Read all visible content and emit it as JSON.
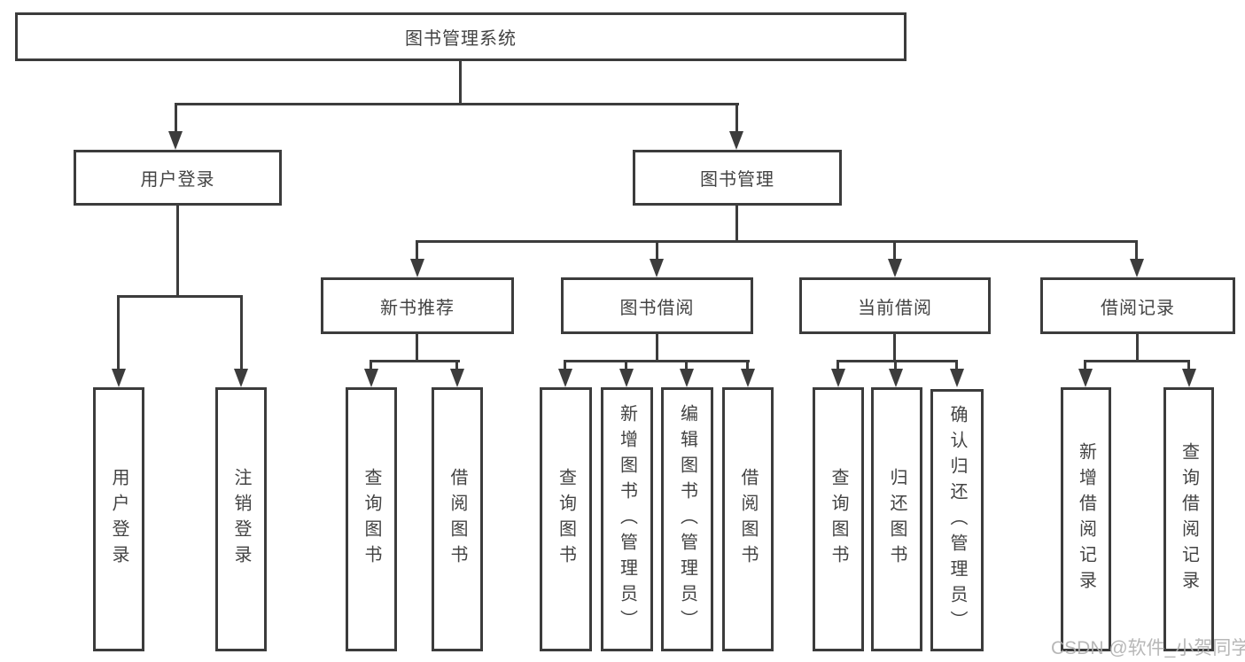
{
  "colors": {
    "line": "#3c3c3c",
    "text": "#434343",
    "background": "#ffffff",
    "watermark": "#b0b0b0"
  },
  "watermark": "CSDN @软件_小贺同学",
  "diagram": {
    "root": "图书管理系统",
    "branches": [
      {
        "label": "用户登录",
        "leaves": [
          "用户登录",
          "注销登录"
        ]
      },
      {
        "label": "图书管理",
        "groups": [
          {
            "label": "新书推荐",
            "leaves": [
              "查询图书",
              "借阅图书"
            ]
          },
          {
            "label": "图书借阅",
            "leaves": [
              "查询图书",
              "新增图书（管理员）",
              "编辑图书（管理员）",
              "借阅图书"
            ]
          },
          {
            "label": "当前借阅",
            "leaves": [
              "查询图书",
              "归还图书",
              "确认归还（管理员）"
            ]
          },
          {
            "label": "借阅记录",
            "leaves": [
              "新增借阅记录",
              "查询借阅记录"
            ]
          }
        ]
      }
    ]
  }
}
